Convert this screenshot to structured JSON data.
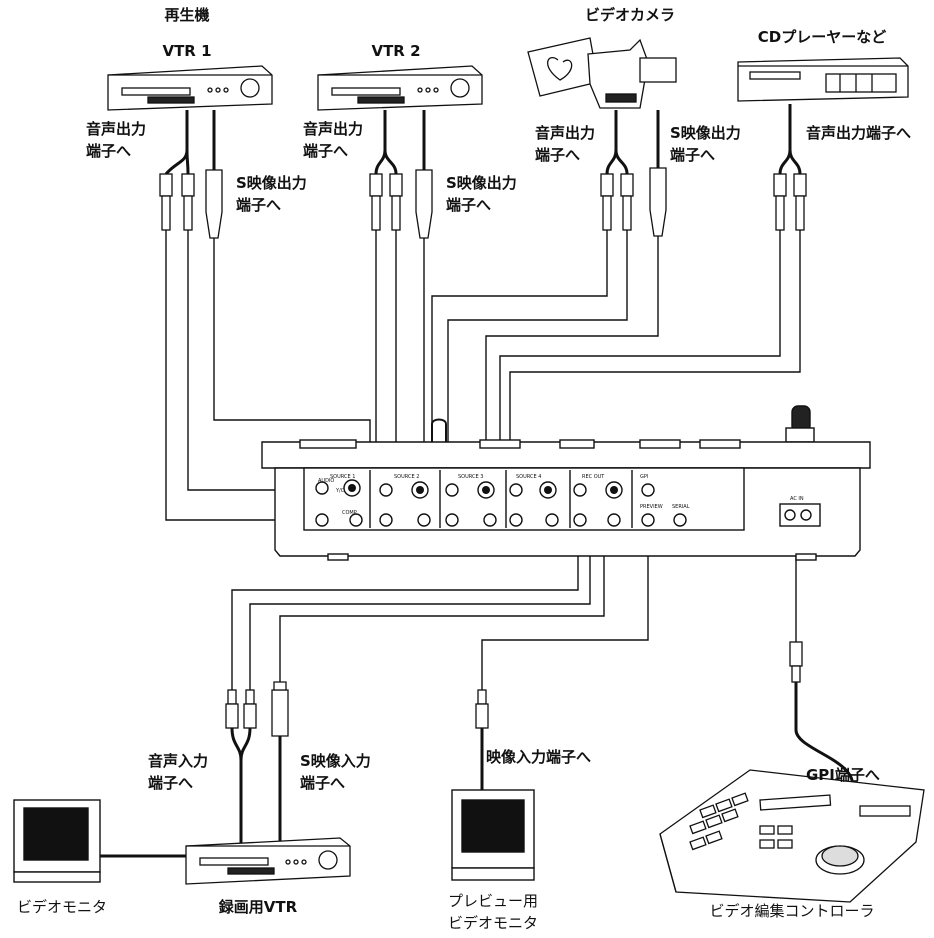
{
  "devices": {
    "vtr1": {
      "title": "再生機",
      "name": "VTR 1",
      "audio_label": [
        "音声出力",
        "端子へ"
      ],
      "svideo_label": [
        "S映像出力",
        "端子へ"
      ]
    },
    "vtr2": {
      "name": "VTR 2",
      "audio_label": [
        "音声出力",
        "端子へ"
      ],
      "svideo_label": [
        "S映像出力",
        "端子へ"
      ]
    },
    "camera": {
      "name": "ビデオカメラ",
      "audio_label": [
        "音声出力",
        "端子へ"
      ],
      "svideo_label": [
        "S映像出力",
        "端子へ"
      ]
    },
    "cd_player": {
      "name": "CDプレーヤーなど",
      "audio_label": "音声出力端子へ"
    },
    "video_monitor": {
      "name": "ビデオモニタ"
    },
    "rec_vtr": {
      "name": "録画用VTR",
      "audio_label": [
        "音声入力",
        "端子へ"
      ],
      "svideo_label": [
        "S映像入力",
        "端子へ"
      ]
    },
    "preview_monitor": {
      "name": [
        "プレビュー用",
        "ビデオモニタ"
      ],
      "input_label": "映像入力端子へ"
    },
    "controller": {
      "name": "ビデオ編集コントローラ",
      "gpi_label": "GPI端子へ"
    }
  },
  "mixer_panel": {
    "sections": [
      "SOURCE 1",
      "SOURCE 2",
      "SOURCE 3",
      "SOURCE 4",
      "REC OUT"
    ],
    "jacks": [
      "AUDIO",
      "Y/C",
      "COMP",
      "GPI",
      "PREVIEW",
      "SERIAL",
      "AC IN"
    ]
  }
}
